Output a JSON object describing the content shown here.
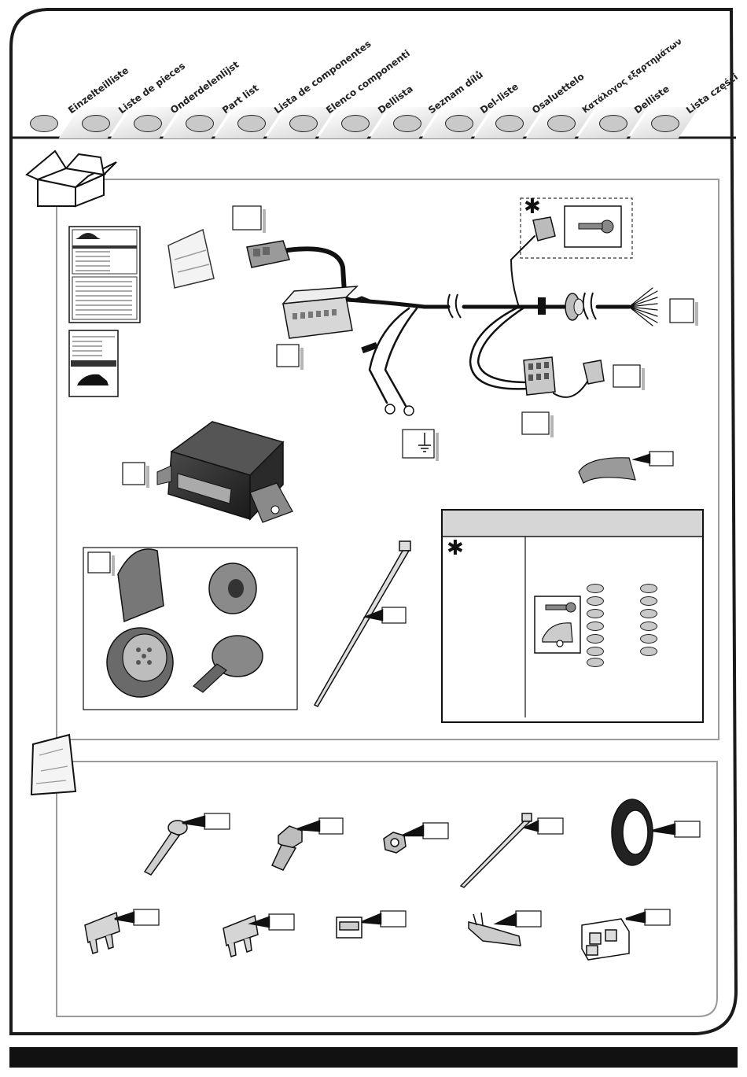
{
  "header": {
    "languages": [
      "Einzelteilliste",
      "Liste de pieces",
      "Onderdelenlijst",
      "Part list",
      "Lista de componentes",
      "Elenco componenti",
      "Dellista",
      "Seznam dílů",
      "Del-liste",
      "Osaluettelo",
      "Κατάλογος εξαρτημάτων",
      "Delliste",
      "Lista części"
    ]
  },
  "legend": {
    "asterisk_symbol": "✱"
  },
  "icons": {
    "box": "open-box-icon",
    "bag": "plastic-bag-icon",
    "key": "key-icon",
    "caravan": "caravan-icon",
    "ground": "ground-symbol-icon"
  },
  "colors": {
    "frame": "#1a1a1a",
    "panel_border": "#9a9a9a",
    "bubble_fill": "#c9c9c9",
    "legend_header": "#d6d6d6",
    "footer": "#111111"
  }
}
